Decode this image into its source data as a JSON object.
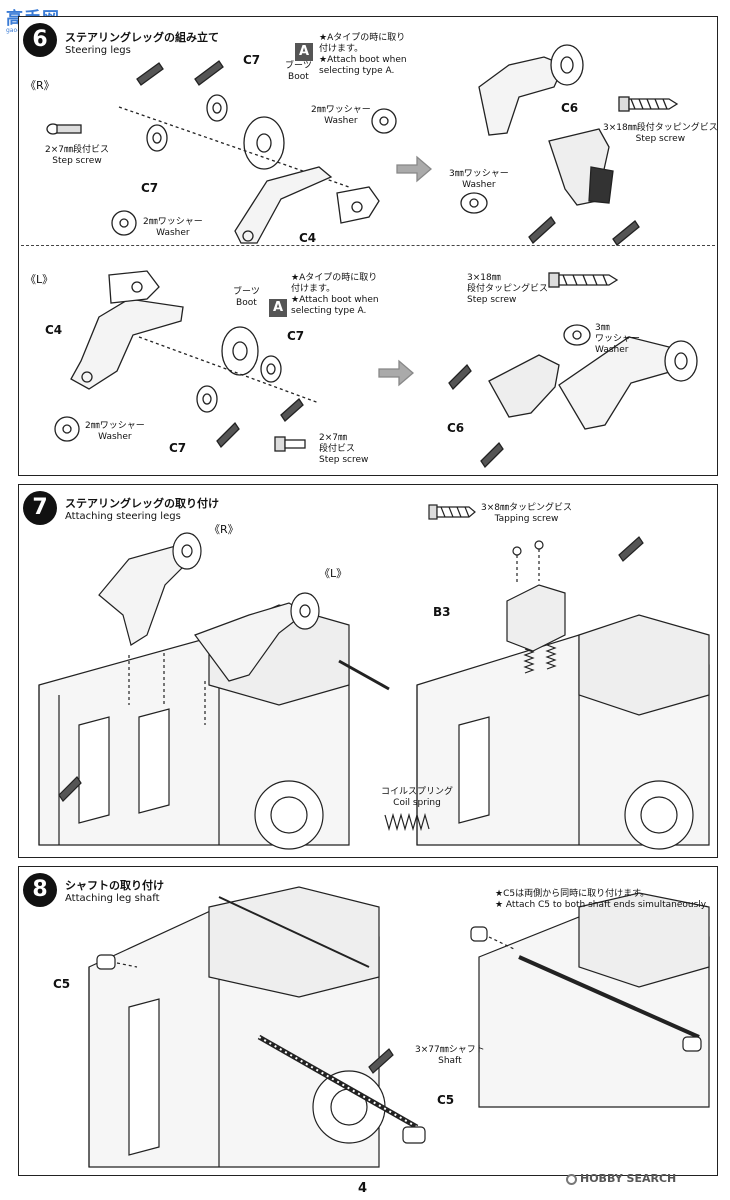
{
  "watermark": {
    "text": "高手网",
    "sub": "gao-shou.com"
  },
  "steps": [
    {
      "number": "6",
      "title_ja": "ステアリングレッグの組み立て",
      "title_en": "Steering legs",
      "right_section": {
        "side": "《R》",
        "c7_label": "C7",
        "c4_label": "C4",
        "c6_label": "C6",
        "boot_ja": "ブーツ",
        "boot_en": "Boot",
        "badge": "A",
        "note_ja_1": "★Aタイプの時に取り",
        "note_ja_2": "付けます。",
        "note_en_1": "★Attach boot when",
        "note_en_2": "selecting type A.",
        "washer2_ja": "2㎜ワッシャー",
        "washer_en": "Washer",
        "step_screw_ja": "2×7㎜段付ビス",
        "step_screw_en": "Step screw",
        "washer3_ja": "3㎜ワッシャー",
        "tapping_step_ja": "3×18㎜段付タッピングビス",
        "tapping_step_en": "Step screw"
      },
      "left_section": {
        "side": "《L》",
        "c4_label": "C4",
        "c7_label": "C7",
        "c6_label": "C6",
        "boot_ja": "ブーツ",
        "boot_en": "Boot",
        "badge": "A",
        "note_ja_1": "★Aタイプの時に取り",
        "note_ja_2": "付けます。",
        "note_en_1": "★Attach boot when",
        "note_en_2": "selecting type A.",
        "washer2_ja": "2㎜ワッシャー",
        "washer_en": "Washer",
        "step_screw_ja_1": "2×7㎜",
        "step_screw_ja_2": "段付ビス",
        "step_screw_en": "Step screw",
        "tapping_ja_1": "3×18㎜",
        "tapping_ja_2": "段付タッピングビス",
        "tapping_en": "Step screw",
        "washer3_ja_1": "3㎜",
        "washer3_ja_2": "ワッシャー",
        "washer3_en": "Washer"
      }
    },
    {
      "number": "7",
      "title_ja": "ステアリングレッグの取り付け",
      "title_en": "Attaching steering legs",
      "side_r": "《R》",
      "side_l": "《L》",
      "b3_label": "B3",
      "tapping_ja": "3×8㎜タッピングビス",
      "tapping_en": "Tapping screw",
      "coil_ja": "コイルスプリング",
      "coil_en": "Coil spring"
    },
    {
      "number": "8",
      "title_ja": "シャフトの取り付け",
      "title_en": "Attaching leg shaft",
      "note_ja": "★C5は両側から同時に取り付けます。",
      "note_en": "★ Attach C5 to both shaft ends simultaneously.",
      "c5_label_left": "C5",
      "c5_label_bottom": "C5",
      "shaft_ja": "3×77㎜シャフト",
      "shaft_en": "Shaft"
    }
  ],
  "footer": {
    "page": "4",
    "brand": "HOBBY SEARCH"
  }
}
